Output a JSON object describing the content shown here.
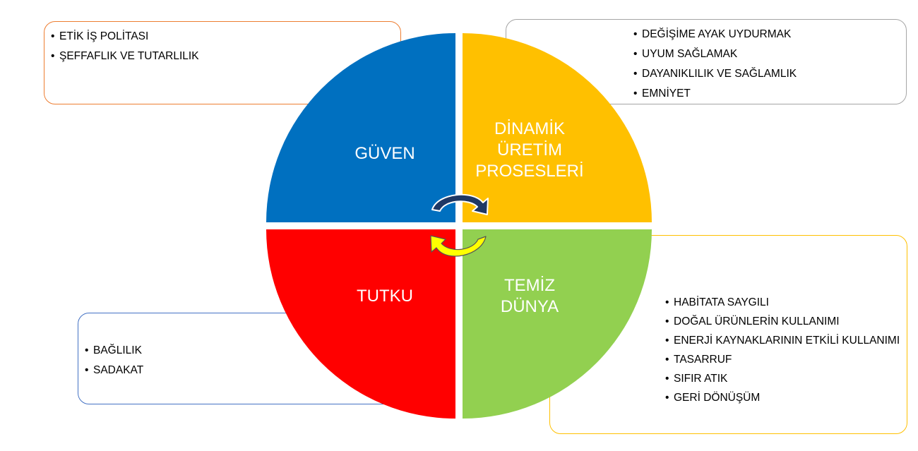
{
  "quadrants": {
    "top_left": {
      "label": "GÜVEN",
      "color": "#0070c0"
    },
    "top_right": {
      "label_lines": [
        "DİNAMİK",
        "ÜRETİM",
        "PROSESLERİ"
      ],
      "color": "#ffc000"
    },
    "bottom_left": {
      "label": "TUTKU",
      "color": "#ff0000"
    },
    "bottom_right": {
      "label_lines": [
        "TEMİZ",
        "DÜNYA"
      ],
      "color": "#92d050"
    }
  },
  "boxes": {
    "top_left": {
      "border_color": "#ed7d31",
      "items": [
        "ETİK İŞ  POLİTASI",
        "ŞEFFAFLIK VE TUTARLILIK"
      ]
    },
    "top_right": {
      "border_color": "#a5a5a5",
      "items": [
        "DEĞİŞİME AYAK UYDURMAK",
        "UYUM SAĞLAMAK",
        "DAYANIKLILIK VE SAĞLAMLIK",
        "EMNİYET"
      ]
    },
    "bottom_left": {
      "border_color": "#4472c4",
      "items": [
        "BAĞLILIK",
        "SADAKAT"
      ]
    },
    "bottom_right": {
      "border_color": "#ffc000",
      "items": [
        "HABİTATA SAYGILI",
        "DOĞAL ÜRÜNLERİN KULLANIMI",
        "ENERJİ KAYNAKLARININ ETKİLİ KULLANIMI",
        "TASARRUF",
        "SIFIR ATIK",
        "GERİ DÖNÜŞÜM"
      ]
    }
  },
  "arrows": {
    "top_color": "#1f3864",
    "bottom_color": "#ffff00"
  }
}
